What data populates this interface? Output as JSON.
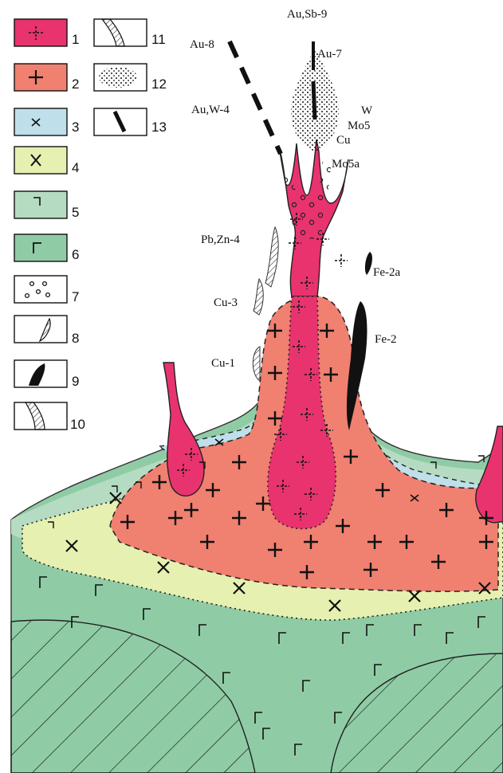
{
  "legend": {
    "numbers": [
      "1",
      "2",
      "3",
      "4",
      "5",
      "6",
      "7",
      "8",
      "9",
      "10",
      "11",
      "12",
      "13"
    ]
  },
  "deposits": {
    "au_sb_9": "Au,Sb-9",
    "au_7": "Au-7",
    "au_8": "Au-8",
    "au_w_4": "Au,W-4",
    "w": "W",
    "mo5": "Mo5",
    "cu": "Cu",
    "mo5a": "Mo5a",
    "pb_zn_4": "Pb,Zn-4",
    "fe_2a": "Fe-2a",
    "cu_3": "Cu-3",
    "fe_2": "Fe-2",
    "cu_1": "Cu-1"
  },
  "colors": {
    "granite_pink": "#e8336f",
    "granite_red": "#f08070",
    "blue_zone": "#bfe0ea",
    "yellow_zone": "#e6f0b0",
    "green_light": "#b5dcc2",
    "green": "#8fcca6",
    "ink": "#111111"
  }
}
